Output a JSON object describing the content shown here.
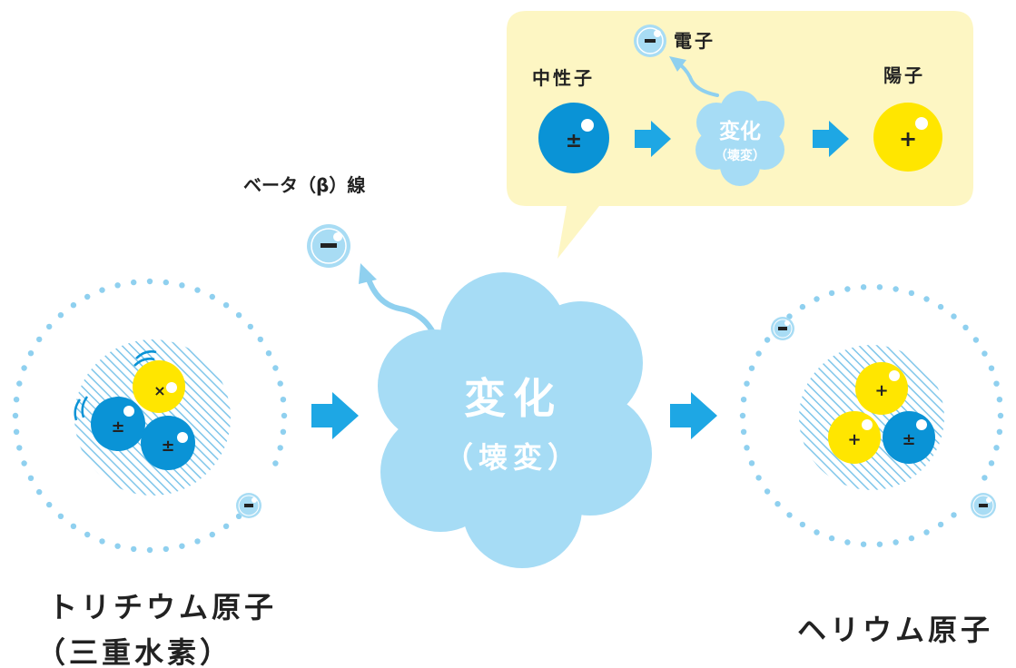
{
  "labels": {
    "beta_ray": "ベータ（β）線",
    "tritium_line1": "トリチウム原子",
    "tritium_line2": "（三重水素）",
    "helium": "ヘリウム原子"
  },
  "main_cloud": {
    "title": "変化",
    "subtitle": "（壊変）"
  },
  "callout": {
    "neutron": "中性子",
    "electron": "電子",
    "proton": "陽子",
    "cloud_title": "変化",
    "cloud_subtitle": "（壊変）"
  },
  "signs": {
    "neutron": "±",
    "proton": "+",
    "electron": "−",
    "times": "×"
  },
  "colors": {
    "neutron_blue": "#0a93d6",
    "proton_yellow": "#ffe600",
    "electron_blue": "#a8dcf4",
    "cloud_blue": "#a6dcf5",
    "callout_yellow": "#fdf6c3",
    "orbit_dots": "#8fd0ef",
    "hatch": "#7fc6ea",
    "arrow_blue": "#1ea7e4"
  }
}
